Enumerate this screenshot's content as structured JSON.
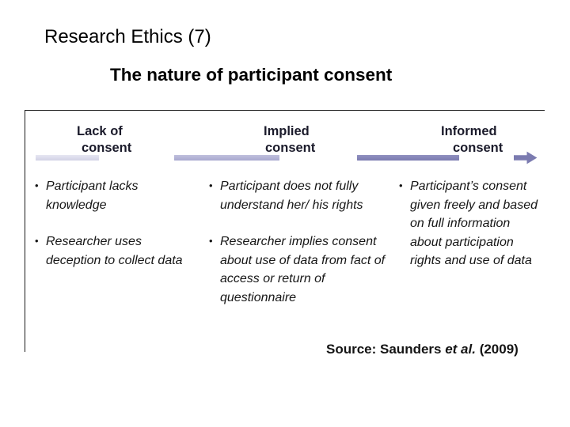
{
  "slide": {
    "title": "Research Ethics (7)",
    "subtitle": "The nature of participant consent"
  },
  "colors": {
    "arrow_segment_1": "#dcdcec",
    "arrow_segment_2": "#b4b4d6",
    "arrow_segment_3": "#8686b8",
    "arrow_head": "#7b7bb0",
    "frame_border": "#1a1a1a",
    "header_text": "#1b1b2b",
    "body_text": "#161616"
  },
  "continuum": {
    "icon": "right-arrow-gradient",
    "stages": [
      {
        "header_line_1": "Lack of",
        "header_line_2": "consent",
        "bullets": [
          "Participant lacks knowledge",
          "Researcher uses deception to collect data"
        ]
      },
      {
        "header_line_1": "Implied",
        "header_line_2": "consent",
        "bullets": [
          "Participant does not fully understand her/ his rights",
          "Researcher implies consent about use of data from fact of access or return of questionnaire"
        ]
      },
      {
        "header_line_1": "Informed",
        "header_line_2": "consent",
        "bullets": [
          "Participant’s consent given freely and based on full information about participation rights and use of data"
        ]
      }
    ]
  },
  "source": {
    "prefix": "Source: Saunders ",
    "italic": "et al.",
    "suffix": " (2009)"
  }
}
